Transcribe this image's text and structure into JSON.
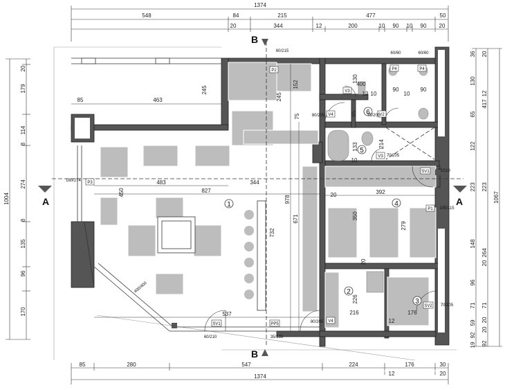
{
  "top_dims": {
    "total": "1374",
    "row1": [
      "548",
      "84",
      "215",
      "477",
      "50"
    ],
    "row2": [
      "20",
      "344",
      "12",
      "200",
      "10",
      "90",
      "10",
      "90",
      "20"
    ]
  },
  "bottom_dims": {
    "total": "1374",
    "row1": [
      "85",
      "280",
      "547",
      "224",
      "176",
      "30"
    ],
    "row2": [
      "12",
      "20"
    ]
  },
  "left_dims": [
    "20",
    "179",
    "114",
    "8",
    "274",
    "8",
    "135",
    "96",
    "170"
  ],
  "left_total": "1004",
  "right_dims_inner": [
    "36",
    "130",
    "65",
    "122",
    "223",
    "148",
    "96",
    "71",
    "59",
    "92",
    "19"
  ],
  "right_dims_mid": [
    "20",
    "12",
    "417",
    "223",
    "20",
    "264",
    "71",
    "20",
    "20",
    "92"
  ],
  "right_total": "1067",
  "inner_dims": {
    "d463": "463",
    "d85": "85",
    "d245a": "245",
    "d245b": "245",
    "d152": "152",
    "d483": "483",
    "d344": "344",
    "d827": "827",
    "d450": "450",
    "d978": "978",
    "d671": "671",
    "d732": "732",
    "d537": "537",
    "d392": "392",
    "d350": "350",
    "d279": "279",
    "d400": "400",
    "d90a": "90",
    "d90b": "90",
    "d130": "130",
    "d75": "75",
    "d65": "65",
    "d133": "133",
    "d214": "214",
    "d226": "226",
    "d216": "216",
    "d176": "176",
    "d20a": "20",
    "d20b": "20",
    "d12a": "12",
    "d12b": "12",
    "d10a": "10",
    "d10b": "10",
    "d10c": "10"
  },
  "rooms": [
    "1",
    "2",
    "3",
    "4",
    "5",
    "6"
  ],
  "section_labels": {
    "A_left": "A",
    "A_right": "A",
    "B_top": "B",
    "B_bottom": "B"
  },
  "tags": {
    "p2": "P2",
    "p3": "P3",
    "p4a": "P4",
    "p4b": "P4",
    "p1": "P1",
    "pp5": "PP5",
    "v4a": "V4",
    "v4b": "V4",
    "v2": "V2",
    "v3a": "V3",
    "v3b": "V3",
    "sv1a": "SV1",
    "sv1b": "SV1",
    "sv2": "SV2"
  },
  "openings": {
    "o_p2": "60/215",
    "o_p3": "180/274",
    "o_v4a": "80/205",
    "o_v2": "75/205",
    "o_v3": "70/205",
    "o_sv1": "100/210",
    "o_p1": "105/115",
    "o_sv2": "70/205",
    "o_v4b": "80/205",
    "o_pp5": "35/135",
    "o_sv1b": "60/210",
    "o_win": "400/400",
    "o_p4a": "60/60",
    "o_p4b": "60/60"
  },
  "colors": {
    "wall": "#555555",
    "furniture": "#bdbdbd",
    "line": "#333333",
    "site": "#999999"
  }
}
